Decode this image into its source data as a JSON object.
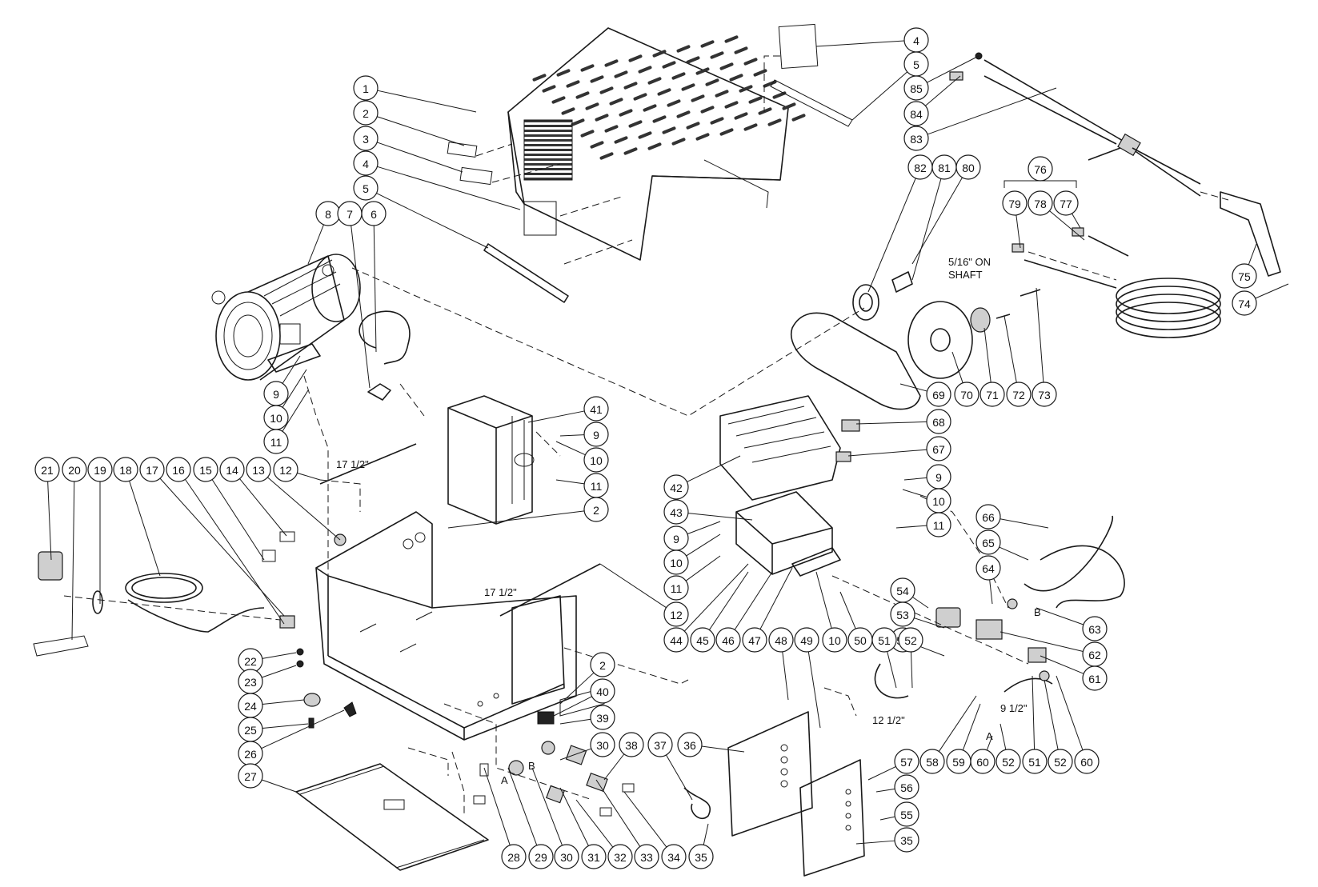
{
  "diagram": {
    "annotations": {
      "shaft_note_line1": "5/16\" ON",
      "shaft_note_line2": "SHAFT",
      "len_17a": "17 1/2\"",
      "len_17b": "17 1/2\"",
      "len_12": "12 1/2\"",
      "len_9": "9 1/2\"",
      "letter_a1": "A",
      "letter_b1": "B",
      "letter_a2": "A",
      "letter_b2": "B"
    },
    "callouts": [
      {
        "label": "1"
      },
      {
        "label": "2"
      },
      {
        "label": "3"
      },
      {
        "label": "4"
      },
      {
        "label": "5"
      },
      {
        "label": "8"
      },
      {
        "label": "7"
      },
      {
        "label": "6"
      },
      {
        "label": "9"
      },
      {
        "label": "10"
      },
      {
        "label": "11"
      },
      {
        "label": "21"
      },
      {
        "label": "20"
      },
      {
        "label": "19"
      },
      {
        "label": "18"
      },
      {
        "label": "17"
      },
      {
        "label": "16"
      },
      {
        "label": "15"
      },
      {
        "label": "14"
      },
      {
        "label": "13"
      },
      {
        "label": "12"
      },
      {
        "label": "22"
      },
      {
        "label": "23"
      },
      {
        "label": "24"
      },
      {
        "label": "25"
      },
      {
        "label": "26"
      },
      {
        "label": "27"
      },
      {
        "label": "41"
      },
      {
        "label": "9"
      },
      {
        "label": "10"
      },
      {
        "label": "11"
      },
      {
        "label": "2"
      },
      {
        "label": "4"
      },
      {
        "label": "5"
      },
      {
        "label": "85"
      },
      {
        "label": "84"
      },
      {
        "label": "83"
      },
      {
        "label": "82"
      },
      {
        "label": "81"
      },
      {
        "label": "80"
      },
      {
        "label": "76"
      },
      {
        "label": "79"
      },
      {
        "label": "78"
      },
      {
        "label": "77"
      },
      {
        "label": "75"
      },
      {
        "label": "74"
      },
      {
        "label": "69"
      },
      {
        "label": "70"
      },
      {
        "label": "71"
      },
      {
        "label": "72"
      },
      {
        "label": "73"
      },
      {
        "label": "68"
      },
      {
        "label": "67"
      },
      {
        "label": "42"
      },
      {
        "label": "43"
      },
      {
        "label": "9"
      },
      {
        "label": "10"
      },
      {
        "label": "11"
      },
      {
        "label": "12"
      },
      {
        "label": "9"
      },
      {
        "label": "10"
      },
      {
        "label": "11"
      },
      {
        "label": "66"
      },
      {
        "label": "65"
      },
      {
        "label": "64"
      },
      {
        "label": "63"
      },
      {
        "label": "62"
      },
      {
        "label": "61"
      },
      {
        "label": "54"
      },
      {
        "label": "53"
      },
      {
        "label": "52"
      },
      {
        "label": "44"
      },
      {
        "label": "45"
      },
      {
        "label": "46"
      },
      {
        "label": "47"
      },
      {
        "label": "48"
      },
      {
        "label": "49"
      },
      {
        "label": "10"
      },
      {
        "label": "50"
      },
      {
        "label": "51"
      },
      {
        "label": "52"
      },
      {
        "label": "2"
      },
      {
        "label": "40"
      },
      {
        "label": "39"
      },
      {
        "label": "30"
      },
      {
        "label": "38"
      },
      {
        "label": "37"
      },
      {
        "label": "36"
      },
      {
        "label": "58"
      },
      {
        "label": "59"
      },
      {
        "label": "60"
      },
      {
        "label": "52"
      },
      {
        "label": "51"
      },
      {
        "label": "52"
      },
      {
        "label": "60"
      },
      {
        "label": "57"
      },
      {
        "label": "56"
      },
      {
        "label": "55"
      },
      {
        "label": "35"
      },
      {
        "label": "28"
      },
      {
        "label": "29"
      },
      {
        "label": "30"
      },
      {
        "label": "31"
      },
      {
        "label": "32"
      },
      {
        "label": "33"
      },
      {
        "label": "34"
      },
      {
        "label": "35"
      }
    ]
  }
}
